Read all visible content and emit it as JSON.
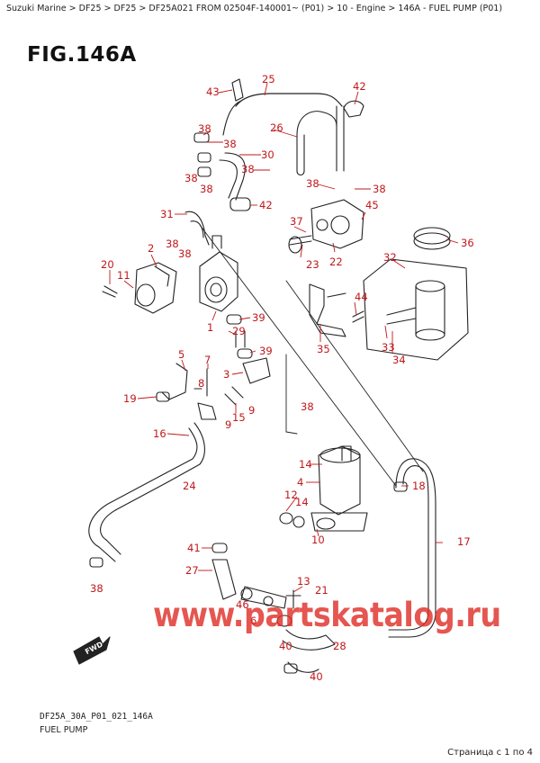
{
  "breadcrumb": "Suzuki Marine > DF25 > DF25 > DF25A021 FROM 02504F-140001~ (P01) > 10 - Engine > 146A - FUEL PUMP (P01)",
  "figure_title": "FIG.146A",
  "footer": {
    "drawing_code": "DF25A_30A_P01_021_146A",
    "part_group": "FUEL PUMP"
  },
  "pagination": "Страница с 1 по 4",
  "watermark": "www.partskatalog.ru",
  "fwd_label": "FWD",
  "colors": {
    "callout": "#c0181b",
    "watermark": "#e0312a",
    "line": "#222222"
  },
  "callouts": [
    "43",
    "25",
    "42",
    "38",
    "26",
    "38",
    "30",
    "38",
    "38",
    "38",
    "38",
    "38",
    "42",
    "31",
    "45",
    "37",
    "36",
    "38",
    "38",
    "2",
    "22",
    "23",
    "32",
    "20",
    "11",
    "44",
    "1",
    "39",
    "29",
    "33",
    "34",
    "35",
    "5",
    "39",
    "7",
    "3",
    "8",
    "19",
    "15",
    "9",
    "9",
    "38",
    "16",
    "14",
    "18",
    "4",
    "24",
    "12",
    "14",
    "17",
    "10",
    "41",
    "27",
    "13",
    "21",
    "6",
    "46",
    "38",
    "40",
    "28",
    "40"
  ]
}
